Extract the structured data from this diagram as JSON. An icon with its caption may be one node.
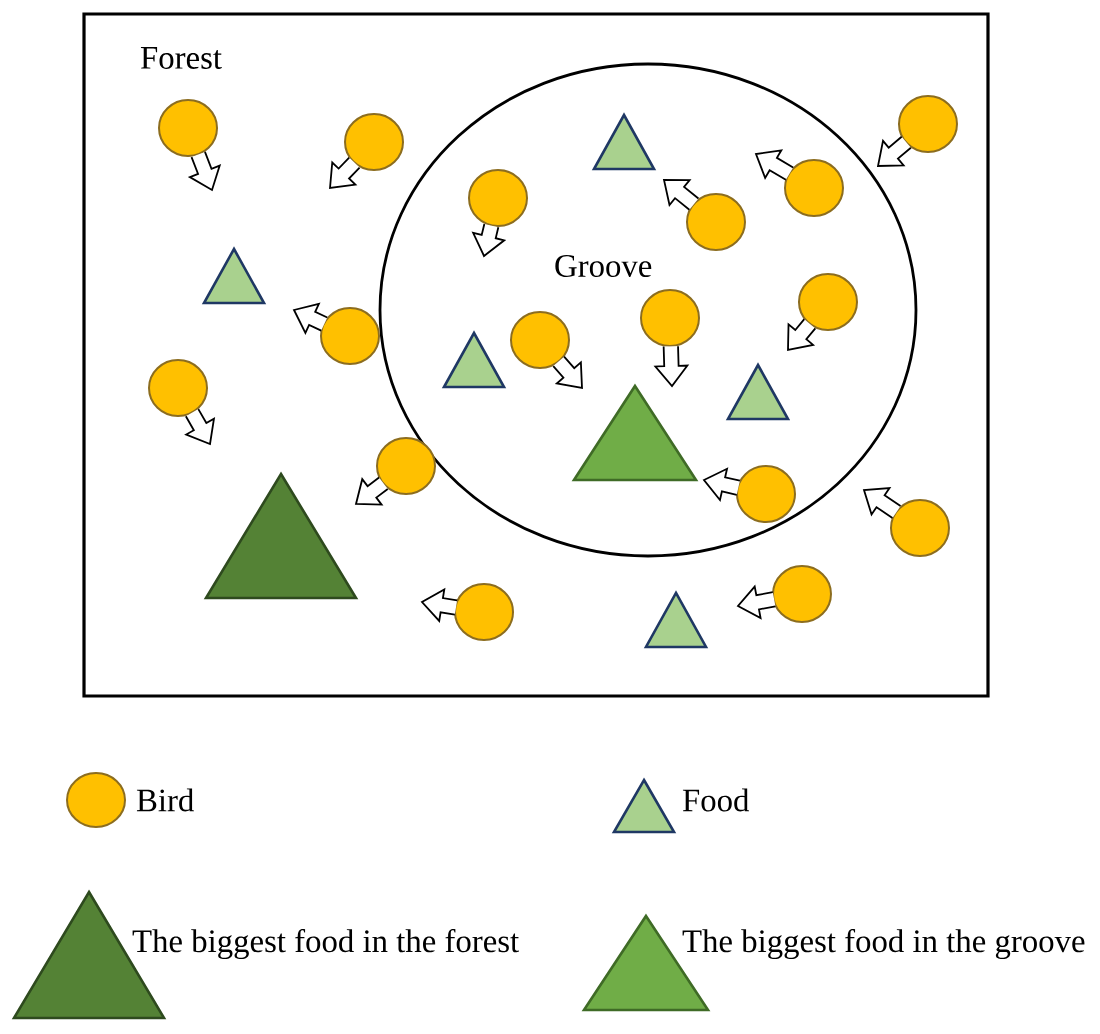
{
  "diagram": {
    "nodes": [
      {
        "text": [
          "Forest"
        ]
      },
      {
        "text": [
          "Groove"
        ],
        "in": 0
      },
      {
        "text": [],
        "shape": "circle",
        "in": 0
      },
      {
        "text": [],
        "shape": "circle",
        "in": 0
      },
      {
        "text": [],
        "shape": "circle",
        "in": 0
      },
      {
        "text": [],
        "shape": "circle",
        "in": 1
      },
      {
        "text": [],
        "shape": "circle",
        "in": 1
      },
      {
        "text": [],
        "shape": "circle",
        "in": 1
      },
      {
        "text": [],
        "shape": "circle",
        "in": 1
      },
      {
        "text": [],
        "shape": "circle",
        "in": 1
      },
      {
        "text": [],
        "shape": "circle",
        "in": 0
      },
      {
        "text": [],
        "shape": "circle",
        "in": 1
      },
      {
        "text": [],
        "shape": "circle",
        "in": 0
      },
      {
        "text": [],
        "shape": "circle",
        "in": 0
      },
      {
        "text": [],
        "shape": "circle",
        "in": 1
      },
      {
        "text": [],
        "shape": "circle",
        "in": 0
      },
      {
        "text": [],
        "shape": "circle",
        "in": 0
      },
      {
        "text": [],
        "shape": "circle",
        "in": 0
      },
      {
        "text": [],
        "shape": "triangle",
        "in": 1
      },
      {
        "text": [],
        "shape": "triangle",
        "in": 0
      },
      {
        "text": [],
        "shape": "triangle",
        "in": 1
      },
      {
        "text": [],
        "shape": "triangle",
        "in": 1
      },
      {
        "text": [],
        "shape": "triangle",
        "in": 1
      },
      {
        "text": [],
        "shape": "triangle",
        "in": 0
      },
      {
        "text": [],
        "shape": "triangle",
        "in": 0
      }
    ],
    "edges": [
      {
        "from": 2,
        "to": null,
        "arrow": "to"
      },
      {
        "from": 3,
        "to": null,
        "arrow": "to"
      },
      {
        "from": 4,
        "to": null,
        "arrow": "to"
      },
      {
        "from": 5,
        "to": null,
        "arrow": "to"
      },
      {
        "from": 6,
        "to": null,
        "arrow": "to"
      },
      {
        "from": 7,
        "to": null,
        "arrow": "to"
      },
      {
        "from": 8,
        "to": null,
        "arrow": "to"
      },
      {
        "from": 9,
        "to": null,
        "arrow": "to"
      },
      {
        "from": 10,
        "to": null,
        "arrow": "to"
      },
      {
        "from": 11,
        "to": null,
        "arrow": "to"
      },
      {
        "from": 12,
        "to": null,
        "arrow": "to"
      },
      {
        "from": 13,
        "to": null,
        "arrow": "to"
      },
      {
        "from": 14,
        "to": null,
        "arrow": "to"
      },
      {
        "from": 15,
        "to": null,
        "arrow": "to"
      },
      {
        "from": 16,
        "to": null,
        "arrow": "to"
      },
      {
        "from": 17,
        "to": null,
        "arrow": "to"
      }
    ],
    "legend": [
      {
        "text": "Bird"
      },
      {
        "text": "Food"
      },
      {
        "text": "The biggest food in the forest"
      },
      {
        "text": "The biggest food in the groove"
      }
    ]
  }
}
